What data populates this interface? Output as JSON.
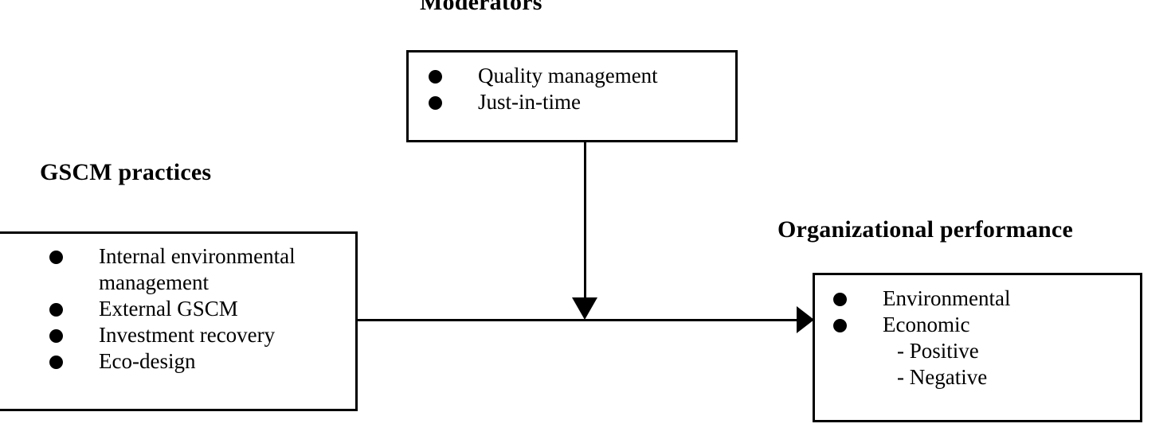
{
  "diagram": {
    "type": "conceptual-framework",
    "background_color": "#ffffff",
    "stroke_color": "#000000"
  },
  "moderators": {
    "heading": "Moderators",
    "items": [
      {
        "label": "Quality management"
      },
      {
        "label": "Just-in-time"
      }
    ]
  },
  "gscm_practices": {
    "heading": "GSCM practices",
    "items": [
      {
        "label": "Internal  environmental management"
      },
      {
        "label": "External GSCM"
      },
      {
        "label": "Investment recovery"
      },
      {
        "label": "Eco-design"
      }
    ]
  },
  "organizational_performance": {
    "heading": "Organizational performance",
    "items": [
      {
        "label": "Environmental"
      },
      {
        "label": "Economic"
      }
    ],
    "subitems": [
      {
        "label": "- Positive"
      },
      {
        "label": "- Negative"
      }
    ]
  },
  "connectors": {
    "main": {
      "from": "gscm_practices",
      "to": "organizational_performance",
      "direction": "right"
    },
    "moderating": {
      "from": "moderators",
      "to": "main",
      "direction": "down"
    }
  }
}
